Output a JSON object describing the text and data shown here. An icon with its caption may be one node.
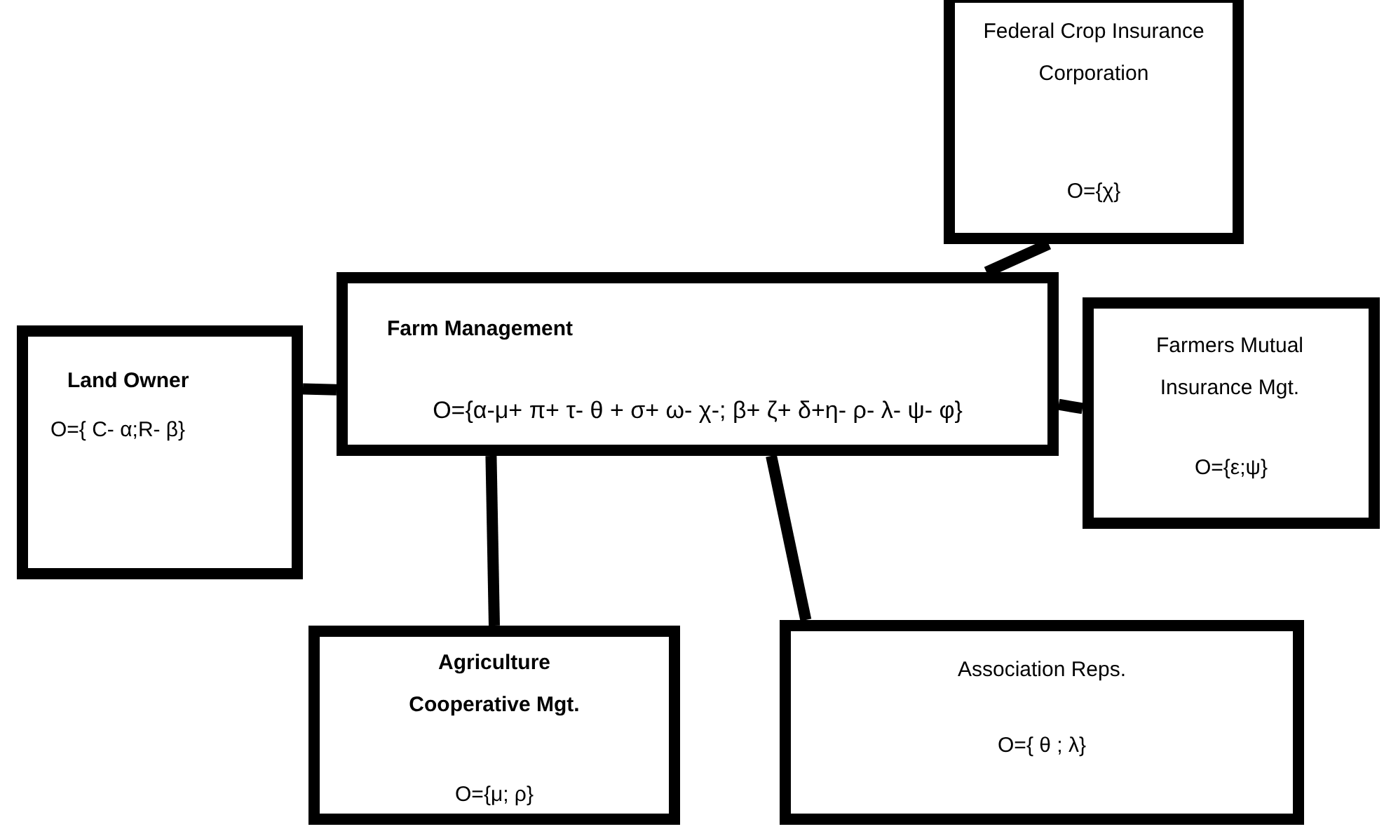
{
  "diagram": {
    "nodes": [
      {
        "text": [
          "Federal Crop Insurance Corporation",
          "O={χ}"
        ]
      },
      {
        "text": [
          "Land Owner",
          "O={ C- α;R- β}"
        ]
      },
      {
        "text": [
          "Farm Management",
          "O={α-μ+ π+ τ- θ + σ+ ω- χ-; β+ ζ+ δ+η- ρ- λ- ψ- φ}"
        ]
      },
      {
        "text": [
          "Farmers Mutual Insurance Mgt.",
          "O={ε;ψ}"
        ]
      },
      {
        "text": [
          "Agriculture Cooperative Mgt.",
          "O={μ; ρ}"
        ]
      },
      {
        "text": [
          "Association Reps.",
          "O={ θ ; λ}"
        ]
      }
    ],
    "edges": [
      {
        "from": 2,
        "to": 0,
        "arrow": "none"
      },
      {
        "from": 2,
        "to": 1,
        "arrow": "none"
      },
      {
        "from": 2,
        "to": 3,
        "arrow": "none"
      },
      {
        "from": 2,
        "to": 4,
        "arrow": "none"
      },
      {
        "from": 2,
        "to": 5,
        "arrow": "none"
      }
    ]
  }
}
